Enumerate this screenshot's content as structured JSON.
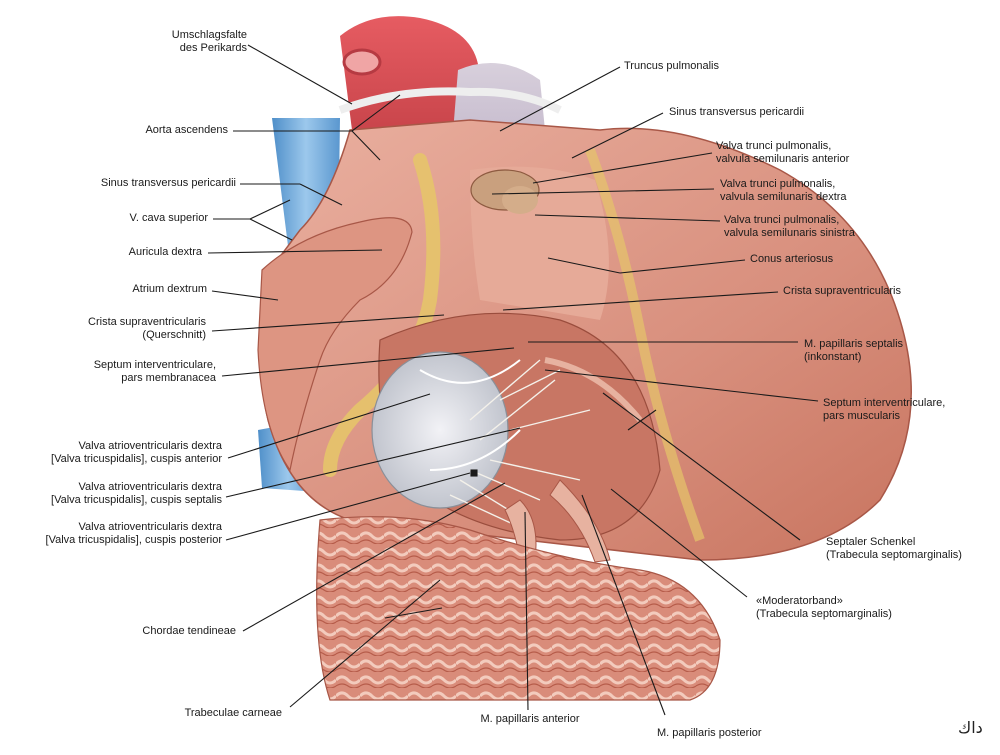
{
  "labels": {
    "umschlagsfalte": [
      "Umschlagsfalte",
      "des Perikards"
    ],
    "aorta_ascendens": [
      "Aorta ascendens"
    ],
    "sinus_transversus_left": [
      "Sinus transversus pericardii"
    ],
    "v_cava_superior": [
      "V. cava superior"
    ],
    "auricula_dextra": [
      "Auricula dextra"
    ],
    "atrium_dextrum": [
      "Atrium dextrum"
    ],
    "crista_querschnitt": [
      "Crista supraventricularis",
      "(Querschnitt)"
    ],
    "septum_membranacea": [
      "Septum interventriculare,",
      "pars membranacea"
    ],
    "cuspis_anterior": [
      "Valva atrioventricularis dextra",
      "[Valva tricuspidalis], cuspis anterior"
    ],
    "cuspis_septalis": [
      "Valva atrioventricularis dextra",
      "[Valva tricuspidalis], cuspis  septalis"
    ],
    "cuspis_posterior": [
      "Valva atrioventricularis dextra",
      "[Valva tricuspidalis], cuspis posterior"
    ],
    "chordae": [
      "Chordae tendineae"
    ],
    "trabeculae": [
      "Trabeculae carneae"
    ],
    "m_pap_anterior": [
      "M. papillaris anterior"
    ],
    "m_pap_posterior": [
      "M. papillaris posterior"
    ],
    "truncus": [
      "Truncus pulmonalis"
    ],
    "sinus_transversus_right": [
      "Sinus transversus pericardii"
    ],
    "valvula_anterior": [
      "Valva trunci pulmonalis,",
      "valvula semilunaris anterior"
    ],
    "valvula_dextra": [
      "Valva trunci pulmonalis,",
      "valvula semilunaris dextra"
    ],
    "valvula_sinistra": [
      "Valva trunci pulmonalis,",
      "valvula semilunaris sinistra"
    ],
    "conus": [
      "Conus arteriosus"
    ],
    "crista_supra": [
      "Crista supraventricularis"
    ],
    "m_pap_septalis": [
      "M. papillaris septalis",
      "(inkonstant)"
    ],
    "septum_muscularis": [
      "Septum interventriculare,",
      "pars muscularis"
    ],
    "septaler_schenkel": [
      "Septaler Schenkel",
      "(Trabecula septomarginalis)"
    ],
    "moderatorband": [
      "«Moderatorband»",
      "(Trabecula septomarginalis)"
    ]
  },
  "watermark": "ﺩﺍﻙ",
  "colors": {
    "muscle": "#d98c7a",
    "muscle_dark": "#b8604f",
    "muscle_light": "#eeb8a6",
    "aorta": "#e05a5e",
    "pulmonary": "#c9b7d6",
    "vena_cava": "#6fa8d8",
    "fat": "#e8c86a",
    "valve": "#e4e4ea",
    "leader": "#1a1a1a"
  }
}
